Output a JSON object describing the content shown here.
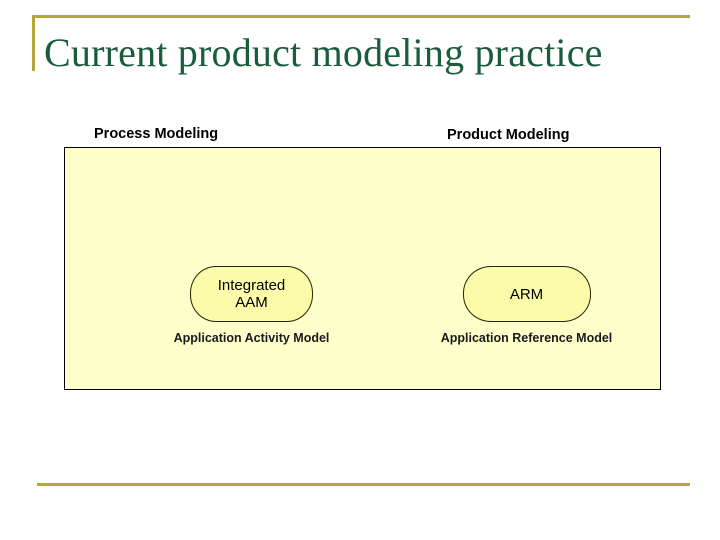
{
  "slide": {
    "title": "Current product modeling practice",
    "accent_color": "#b5a53b",
    "title_color": "#1a5c3c",
    "panel_fill": "#ffffcc",
    "shape_fill": "#fbfbaa"
  },
  "columns": {
    "left_heading": "Process Modeling",
    "right_heading": "Product Modeling"
  },
  "models": [
    {
      "id": "aam",
      "shape_line1": "Integrated",
      "shape_line2": "AAM",
      "caption": "Application Activity Model"
    },
    {
      "id": "arm",
      "shape_line1": "ARM",
      "shape_line2": "",
      "caption": "Application Reference Model"
    }
  ]
}
